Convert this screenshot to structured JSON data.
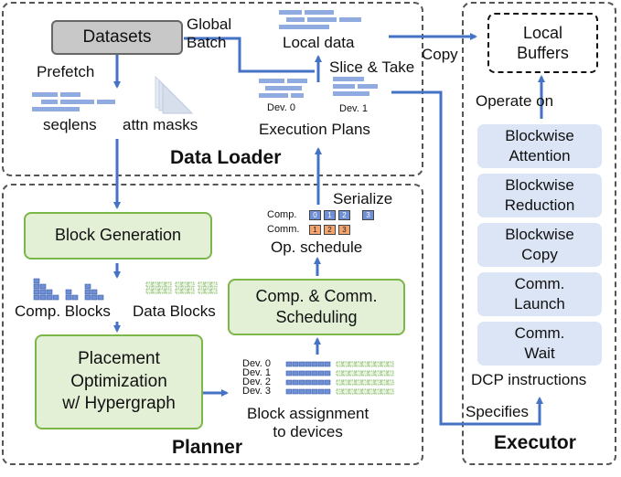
{
  "regions": {
    "data_loader": "Data Loader",
    "planner": "Planner",
    "executor": "Executor"
  },
  "data_loader": {
    "datasets": "Datasets",
    "global_batch_line1": "Global",
    "global_batch_line2": "Batch",
    "local_data": "Local data",
    "prefetch": "Prefetch",
    "slice_take": "Slice & Take",
    "seqlens": "seqlens",
    "attn_masks": "attn masks",
    "dev0": "Dev. 0",
    "dev1": "Dev. 1",
    "execution_plans": "Execution Plans",
    "copy": "Copy"
  },
  "planner": {
    "block_generation": "Block Generation",
    "comp_blocks": "Comp. Blocks",
    "data_blocks": "Data Blocks",
    "placement_line1": "Placement",
    "placement_line2": "Optimization",
    "placement_line3": "w/ Hypergraph",
    "scheduling_line1": "Comp. & Comm.",
    "scheduling_line2": "Scheduling",
    "serialize": "Serialize",
    "comp_row_label": "Comp.",
    "comm_row_label": "Comm.",
    "comp_cells": [
      "0",
      "1",
      "2",
      "3"
    ],
    "comm_cells": [
      "1",
      "2",
      "3"
    ],
    "op_schedule": "Op. schedule",
    "devices": [
      "Dev. 0",
      "Dev. 1",
      "Dev. 2",
      "Dev. 3"
    ],
    "block_assignment_line1": "Block assignment",
    "block_assignment_line2": "to devices"
  },
  "executor": {
    "local_buffers_line1": "Local",
    "local_buffers_line2": "Buffers",
    "operate_on": "Operate on",
    "instructions": [
      [
        "Blockwise",
        "Attention"
      ],
      [
        "Blockwise",
        "Reduction"
      ],
      [
        "Blockwise",
        "Copy"
      ],
      [
        "Comm.",
        "Launch"
      ],
      [
        "Comm.",
        "Wait"
      ]
    ],
    "dcp_instructions": "DCP instructions",
    "specifies": "Specifies"
  },
  "colors": {
    "arrow": "#4472c4",
    "bar": "#8fabdf",
    "green_fill": "#e3f0d6",
    "green_border": "#7ab648",
    "instr_fill": "#dbe5f5",
    "comp_cell": "#6f8fd6",
    "comm_cell": "#f2a36e"
  }
}
